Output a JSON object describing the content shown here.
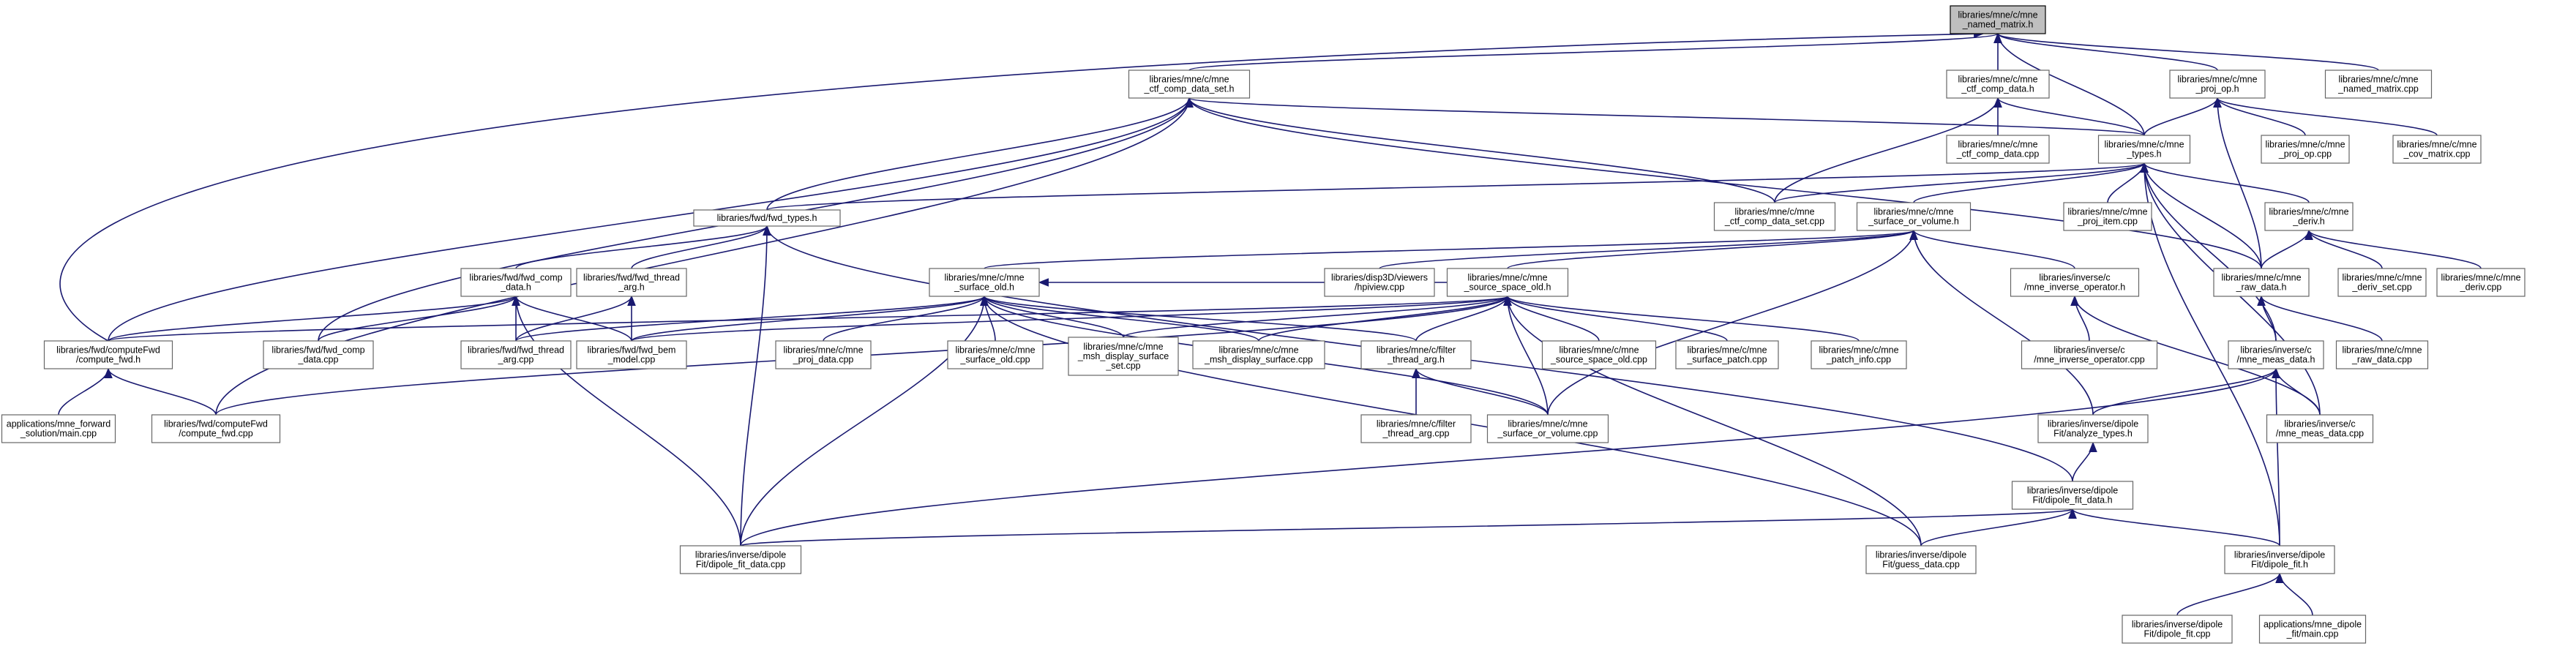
{
  "graph": {
    "title": "",
    "colors": {
      "edge": "#191970",
      "root_fill": "#bfbfbf",
      "node_fill": "#ffffff",
      "node_border": "#666666"
    },
    "nodes": [
      {
        "id": "root",
        "lines": [
          "libraries/mne/c/mne",
          "_named_matrix.h"
        ],
        "root": true
      },
      {
        "id": "ctf_set_h",
        "lines": [
          "libraries/mne/c/mne",
          "_ctf_comp_data_set.h"
        ]
      },
      {
        "id": "ctf_h",
        "lines": [
          "libraries/mne/c/mne",
          "_ctf_comp_data.h"
        ]
      },
      {
        "id": "projop_h",
        "lines": [
          "libraries/mne/c/mne",
          "_proj_op.h"
        ]
      },
      {
        "id": "named_cpp",
        "lines": [
          "libraries/mne/c/mne",
          "_named_matrix.cpp"
        ]
      },
      {
        "id": "ctf_cpp",
        "lines": [
          "libraries/mne/c/mne",
          "_ctf_comp_data.cpp"
        ]
      },
      {
        "id": "types_h",
        "lines": [
          "libraries/mne/c/mne",
          "_types.h"
        ]
      },
      {
        "id": "projop_cpp",
        "lines": [
          "libraries/mne/c/mne",
          "_proj_op.cpp"
        ]
      },
      {
        "id": "cov_cpp",
        "lines": [
          "libraries/mne/c/mne",
          "_cov_matrix.cpp"
        ]
      },
      {
        "id": "fwd_types",
        "lines": [
          "libraries/fwd/fwd_types.h"
        ]
      },
      {
        "id": "ctf_set_cpp",
        "lines": [
          "libraries/mne/c/mne",
          "_ctf_comp_data_set.cpp"
        ]
      },
      {
        "id": "surf_vol_h",
        "lines": [
          "libraries/mne/c/mne",
          "_surface_or_volume.h"
        ]
      },
      {
        "id": "proj_item",
        "lines": [
          "libraries/mne/c/mne",
          "_proj_item.cpp"
        ]
      },
      {
        "id": "deriv_h",
        "lines": [
          "libraries/mne/c/mne",
          "_deriv.h"
        ]
      },
      {
        "id": "fwd_comp_h",
        "lines": [
          "libraries/fwd/fwd_comp",
          "_data.h"
        ]
      },
      {
        "id": "fwd_thread_h",
        "lines": [
          "libraries/fwd/fwd_thread",
          "_arg.h"
        ]
      },
      {
        "id": "surf_old_h",
        "lines": [
          "libraries/mne/c/mne",
          "_surface_old.h"
        ]
      },
      {
        "id": "hpiview",
        "lines": [
          "libraries/disp3D/viewers",
          "/hpiview.cpp"
        ]
      },
      {
        "id": "src_old_h",
        "lines": [
          "libraries/mne/c/mne",
          "_source_space_old.h"
        ]
      },
      {
        "id": "inv_op_h",
        "lines": [
          "libraries/inverse/c",
          "/mne_inverse_operator.h"
        ]
      },
      {
        "id": "raw_h",
        "lines": [
          "libraries/mne/c/mne",
          "_raw_data.h"
        ]
      },
      {
        "id": "deriv_set",
        "lines": [
          "libraries/mne/c/mne",
          "_deriv_set.cpp"
        ]
      },
      {
        "id": "deriv_cpp",
        "lines": [
          "libraries/mne/c/mne",
          "_deriv.cpp"
        ]
      },
      {
        "id": "cfwd_h",
        "lines": [
          "libraries/fwd/computeFwd",
          "/compute_fwd.h"
        ]
      },
      {
        "id": "fwd_comp_cpp",
        "lines": [
          "libraries/fwd/fwd_comp",
          "_data.cpp"
        ]
      },
      {
        "id": "thread_arg_cpp",
        "lines": [
          "libraries/fwd/fwd_thread",
          "_arg.cpp"
        ]
      },
      {
        "id": "bem_model",
        "lines": [
          "libraries/fwd/fwd_bem",
          "_model.cpp"
        ]
      },
      {
        "id": "proj_data",
        "lines": [
          "libraries/mne/c/mne",
          "_proj_data.cpp"
        ]
      },
      {
        "id": "surf_old_cpp",
        "lines": [
          "libraries/mne/c/mne",
          "_surface_old.cpp"
        ]
      },
      {
        "id": "msh_set",
        "lines": [
          "libraries/mne/c/mne",
          "_msh_display_surface",
          "_set.cpp"
        ]
      },
      {
        "id": "msh_disp",
        "lines": [
          "libraries/mne/c/mne",
          "_msh_display_surface.cpp"
        ]
      },
      {
        "id": "filter_h",
        "lines": [
          "libraries/mne/c/filter",
          "_thread_arg.h"
        ]
      },
      {
        "id": "src_old_cpp",
        "lines": [
          "libraries/mne/c/mne",
          "_source_space_old.cpp"
        ]
      },
      {
        "id": "surf_patch",
        "lines": [
          "libraries/mne/c/mne",
          "_surface_patch.cpp"
        ]
      },
      {
        "id": "patch_info",
        "lines": [
          "libraries/mne/c/mne",
          "_patch_info.cpp"
        ]
      },
      {
        "id": "inv_op_cpp",
        "lines": [
          "libraries/inverse/c",
          "/mne_inverse_operator.cpp"
        ]
      },
      {
        "id": "meas_h",
        "lines": [
          "libraries/inverse/c",
          "/mne_meas_data.h"
        ]
      },
      {
        "id": "raw_cpp",
        "lines": [
          "libraries/mne/c/mne",
          "_raw_data.cpp"
        ]
      },
      {
        "id": "fwd_main",
        "lines": [
          "applications/mne_forward",
          "_solution/main.cpp"
        ]
      },
      {
        "id": "cfwd_cpp",
        "lines": [
          "libraries/fwd/computeFwd",
          "/compute_fwd.cpp"
        ]
      },
      {
        "id": "filter_cpp",
        "lines": [
          "libraries/mne/c/filter",
          "_thread_arg.cpp"
        ]
      },
      {
        "id": "surf_vol_cpp",
        "lines": [
          "libraries/mne/c/mne",
          "_surface_or_volume.cpp"
        ]
      },
      {
        "id": "analyze_h",
        "lines": [
          "libraries/inverse/dipole",
          "Fit/analyze_types.h"
        ]
      },
      {
        "id": "meas_cpp",
        "lines": [
          "libraries/inverse/c",
          "/mne_meas_data.cpp"
        ]
      },
      {
        "id": "dfd_h",
        "lines": [
          "libraries/inverse/dipole",
          "Fit/dipole_fit_data.h"
        ]
      },
      {
        "id": "dfd_cpp",
        "lines": [
          "libraries/inverse/dipole",
          "Fit/dipole_fit_data.cpp"
        ]
      },
      {
        "id": "guess",
        "lines": [
          "libraries/inverse/dipole",
          "Fit/guess_data.cpp"
        ]
      },
      {
        "id": "dfit_h",
        "lines": [
          "libraries/inverse/dipole",
          "Fit/dipole_fit.h"
        ]
      },
      {
        "id": "dfit_cpp",
        "lines": [
          "libraries/inverse/dipole",
          "Fit/dipole_fit.cpp"
        ]
      },
      {
        "id": "dfit_main",
        "lines": [
          "applications/mne_dipole",
          "_fit/main.cpp"
        ]
      }
    ]
  }
}
